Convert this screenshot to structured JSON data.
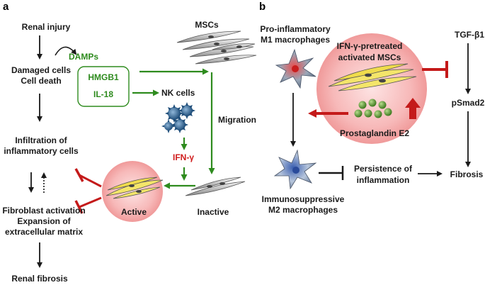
{
  "panel_a": {
    "letter": "a",
    "renal_injury": "Renal injury",
    "damaged_1": "Damaged cells",
    "damaged_2": "Cell death",
    "damps": "DAMPs",
    "hmgb1": "HMGB1",
    "il18": "IL-18",
    "mscs": "MSCs",
    "nk_cells": "NK cells",
    "migration": "Migration",
    "ifn": "IFN-γ",
    "infiltration_1": "Infiltration of",
    "infiltration_2": "inflammatory cells",
    "active": "Active",
    "inactive": "Inactive",
    "fibro_1": "Fibroblast activation",
    "fibro_2": "Expansion of",
    "fibro_3": "extracellular matrix",
    "renal_fibrosis": "Renal fibrosis"
  },
  "panel_b": {
    "letter": "b",
    "m1_1": "Pro-inflammatory",
    "m1_2": "M1 macrophages",
    "msc_1": "IFN-γ-pretreated",
    "msc_2": "activated MSCs",
    "tgf": "TGF-β1",
    "psmad": "pSmad2",
    "pge2": "Prostaglandin E2",
    "persist_1": "Persistence of",
    "persist_2": "inflammation",
    "fibrosis": "Fibrosis",
    "m2_1": "Immunosuppressive",
    "m2_2": "M2 macrophages"
  },
  "colors": {
    "green": "#2e8b1e",
    "red": "#c41a1a",
    "black": "#1a1a1a"
  }
}
